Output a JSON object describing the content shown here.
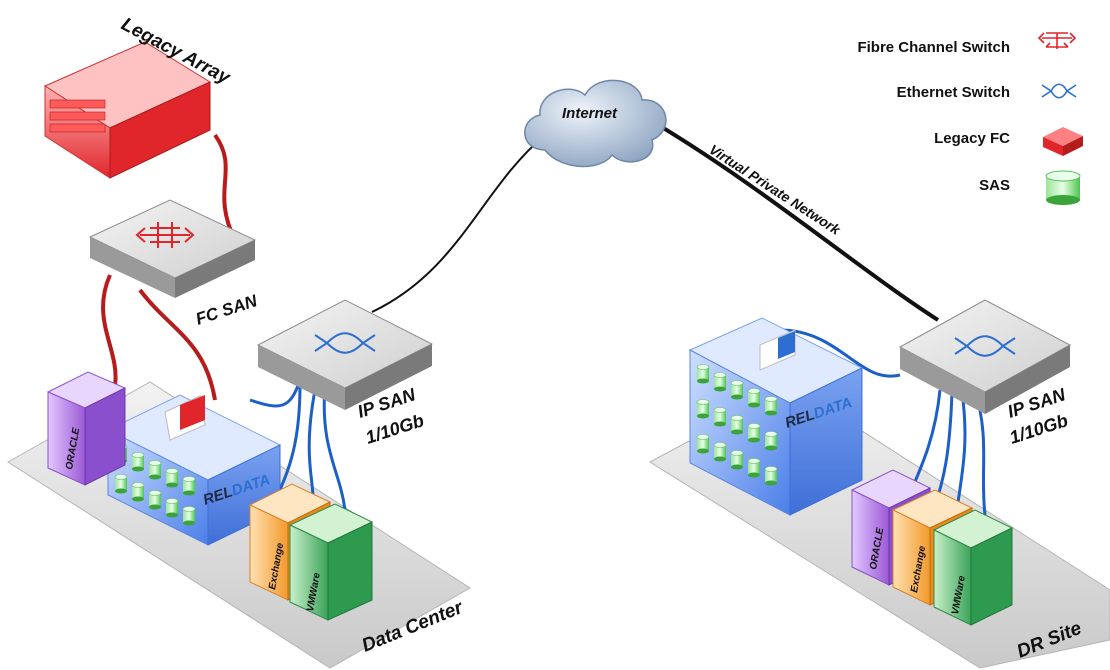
{
  "legend": {
    "items": [
      {
        "label": "Fibre Channel Switch",
        "icon": "fibre-channel-switch-icon",
        "color": "#e0262b"
      },
      {
        "label": "Ethernet Switch",
        "icon": "ethernet-switch-icon",
        "color": "#2c6fd1"
      },
      {
        "label": "Legacy FC",
        "icon": "legacy-fc-icon",
        "color": "#e0262b"
      },
      {
        "label": "SAS",
        "icon": "sas-icon",
        "color": "#4cc54c"
      }
    ]
  },
  "nodes": {
    "legacy_array": "Legacy Array",
    "fc_san": "FC SAN",
    "internet": "Internet",
    "vpn": "Virtual Private Network",
    "ip_san_left_1": "IP SAN",
    "ip_san_left_2": "1/10Gb",
    "ip_san_right_1": "IP SAN",
    "ip_san_right_2": "1/10Gb",
    "data_center": "Data Center",
    "dr_site": "DR Site",
    "brand_rel": "REL",
    "brand_data": "DATA",
    "oracle": "ORACLE",
    "exchange": "Exchange",
    "vmware": "VMWare"
  },
  "colors": {
    "fc_red": "#e0262b",
    "eth_blue": "#2c6fd1",
    "sas_green": "#4cc54c",
    "oracle_purple": "#9b59d6",
    "exchange_orange": "#f39a2b",
    "vmware_green": "#3aa35a"
  }
}
